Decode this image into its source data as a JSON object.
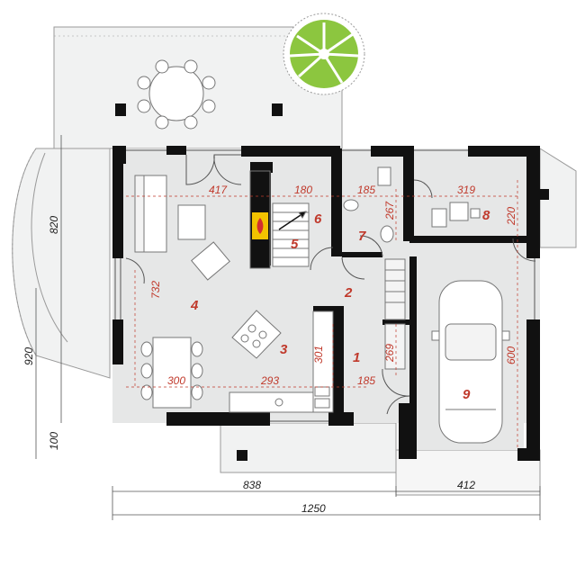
{
  "colors": {
    "wall": "#111111",
    "floor": "#e6e7e7",
    "terrace": "#f1f2f2",
    "room_label": "#c0392b",
    "dimension_red": "#c0392b",
    "dimension_dark": "#222222",
    "tree_green": "#8cc63f",
    "fireplace": "#f2c200"
  },
  "rooms": [
    {
      "number": "1"
    },
    {
      "number": "2"
    },
    {
      "number": "3"
    },
    {
      "number": "4"
    },
    {
      "number": "5"
    },
    {
      "number": "6"
    },
    {
      "number": "7"
    },
    {
      "number": "8"
    },
    {
      "number": "9"
    }
  ],
  "dimensions": {
    "inner": {
      "d417": "417",
      "d180": "180",
      "d185a": "185",
      "d319": "319",
      "d267": "267",
      "d220": "220",
      "d732": "732",
      "d300": "300",
      "d293": "293",
      "d301": "301",
      "d185b": "185",
      "d269": "269",
      "d600": "600"
    },
    "outer": {
      "d820": "820",
      "d920": "920",
      "d100": "100",
      "d838": "838",
      "d1250": "1250",
      "d412": "412"
    }
  },
  "icons": [
    "tree-icon",
    "dining-table-icon",
    "car-icon",
    "fireplace-icon",
    "stairs-icon",
    "sofa-icon",
    "toilet-icon",
    "sink-icon",
    "cooktop-icon"
  ]
}
